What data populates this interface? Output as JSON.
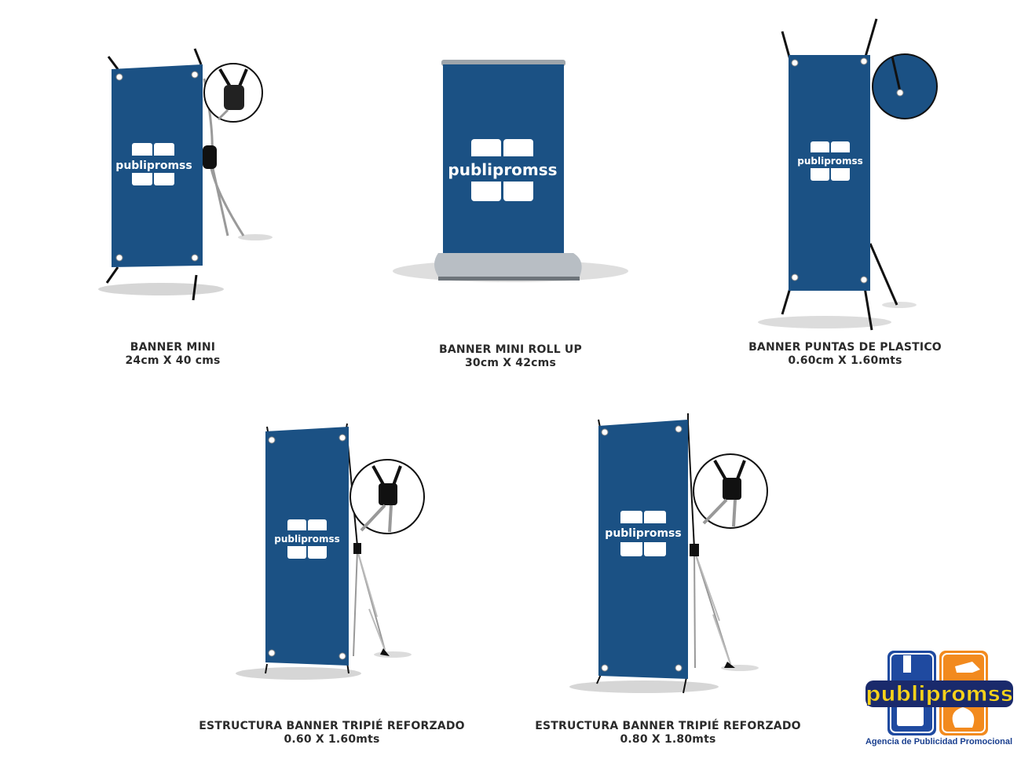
{
  "products": [
    {
      "name": "BANNER MINI",
      "size": "24cm X 40 cms"
    },
    {
      "name": "BANNER MINI ROLL UP",
      "size": "30cm X 42cms"
    },
    {
      "name": "BANNER PUNTAS DE PLASTICO",
      "size": "0.60cm X 1.60mts"
    },
    {
      "name": "ESTRUCTURA BANNER TRIPIÉ REFORZADO",
      "size": "0.60 X 1.60mts"
    },
    {
      "name": "ESTRUCTURA BANNER TRIPIÉ REFORZADO",
      "size": "0.80 X 1.80mts"
    }
  ],
  "banner_logo_text": "publipromss",
  "brand": {
    "logo_text": "publipromss",
    "tagline": "Agencia de Publicidad Promocional"
  },
  "colors": {
    "banner_blue": "#1b5184",
    "brand_blue": "#1f4aa0",
    "brand_orange": "#f28a1e",
    "brand_yellow": "#f6d21a",
    "caption_text": "#2b2b2b"
  }
}
